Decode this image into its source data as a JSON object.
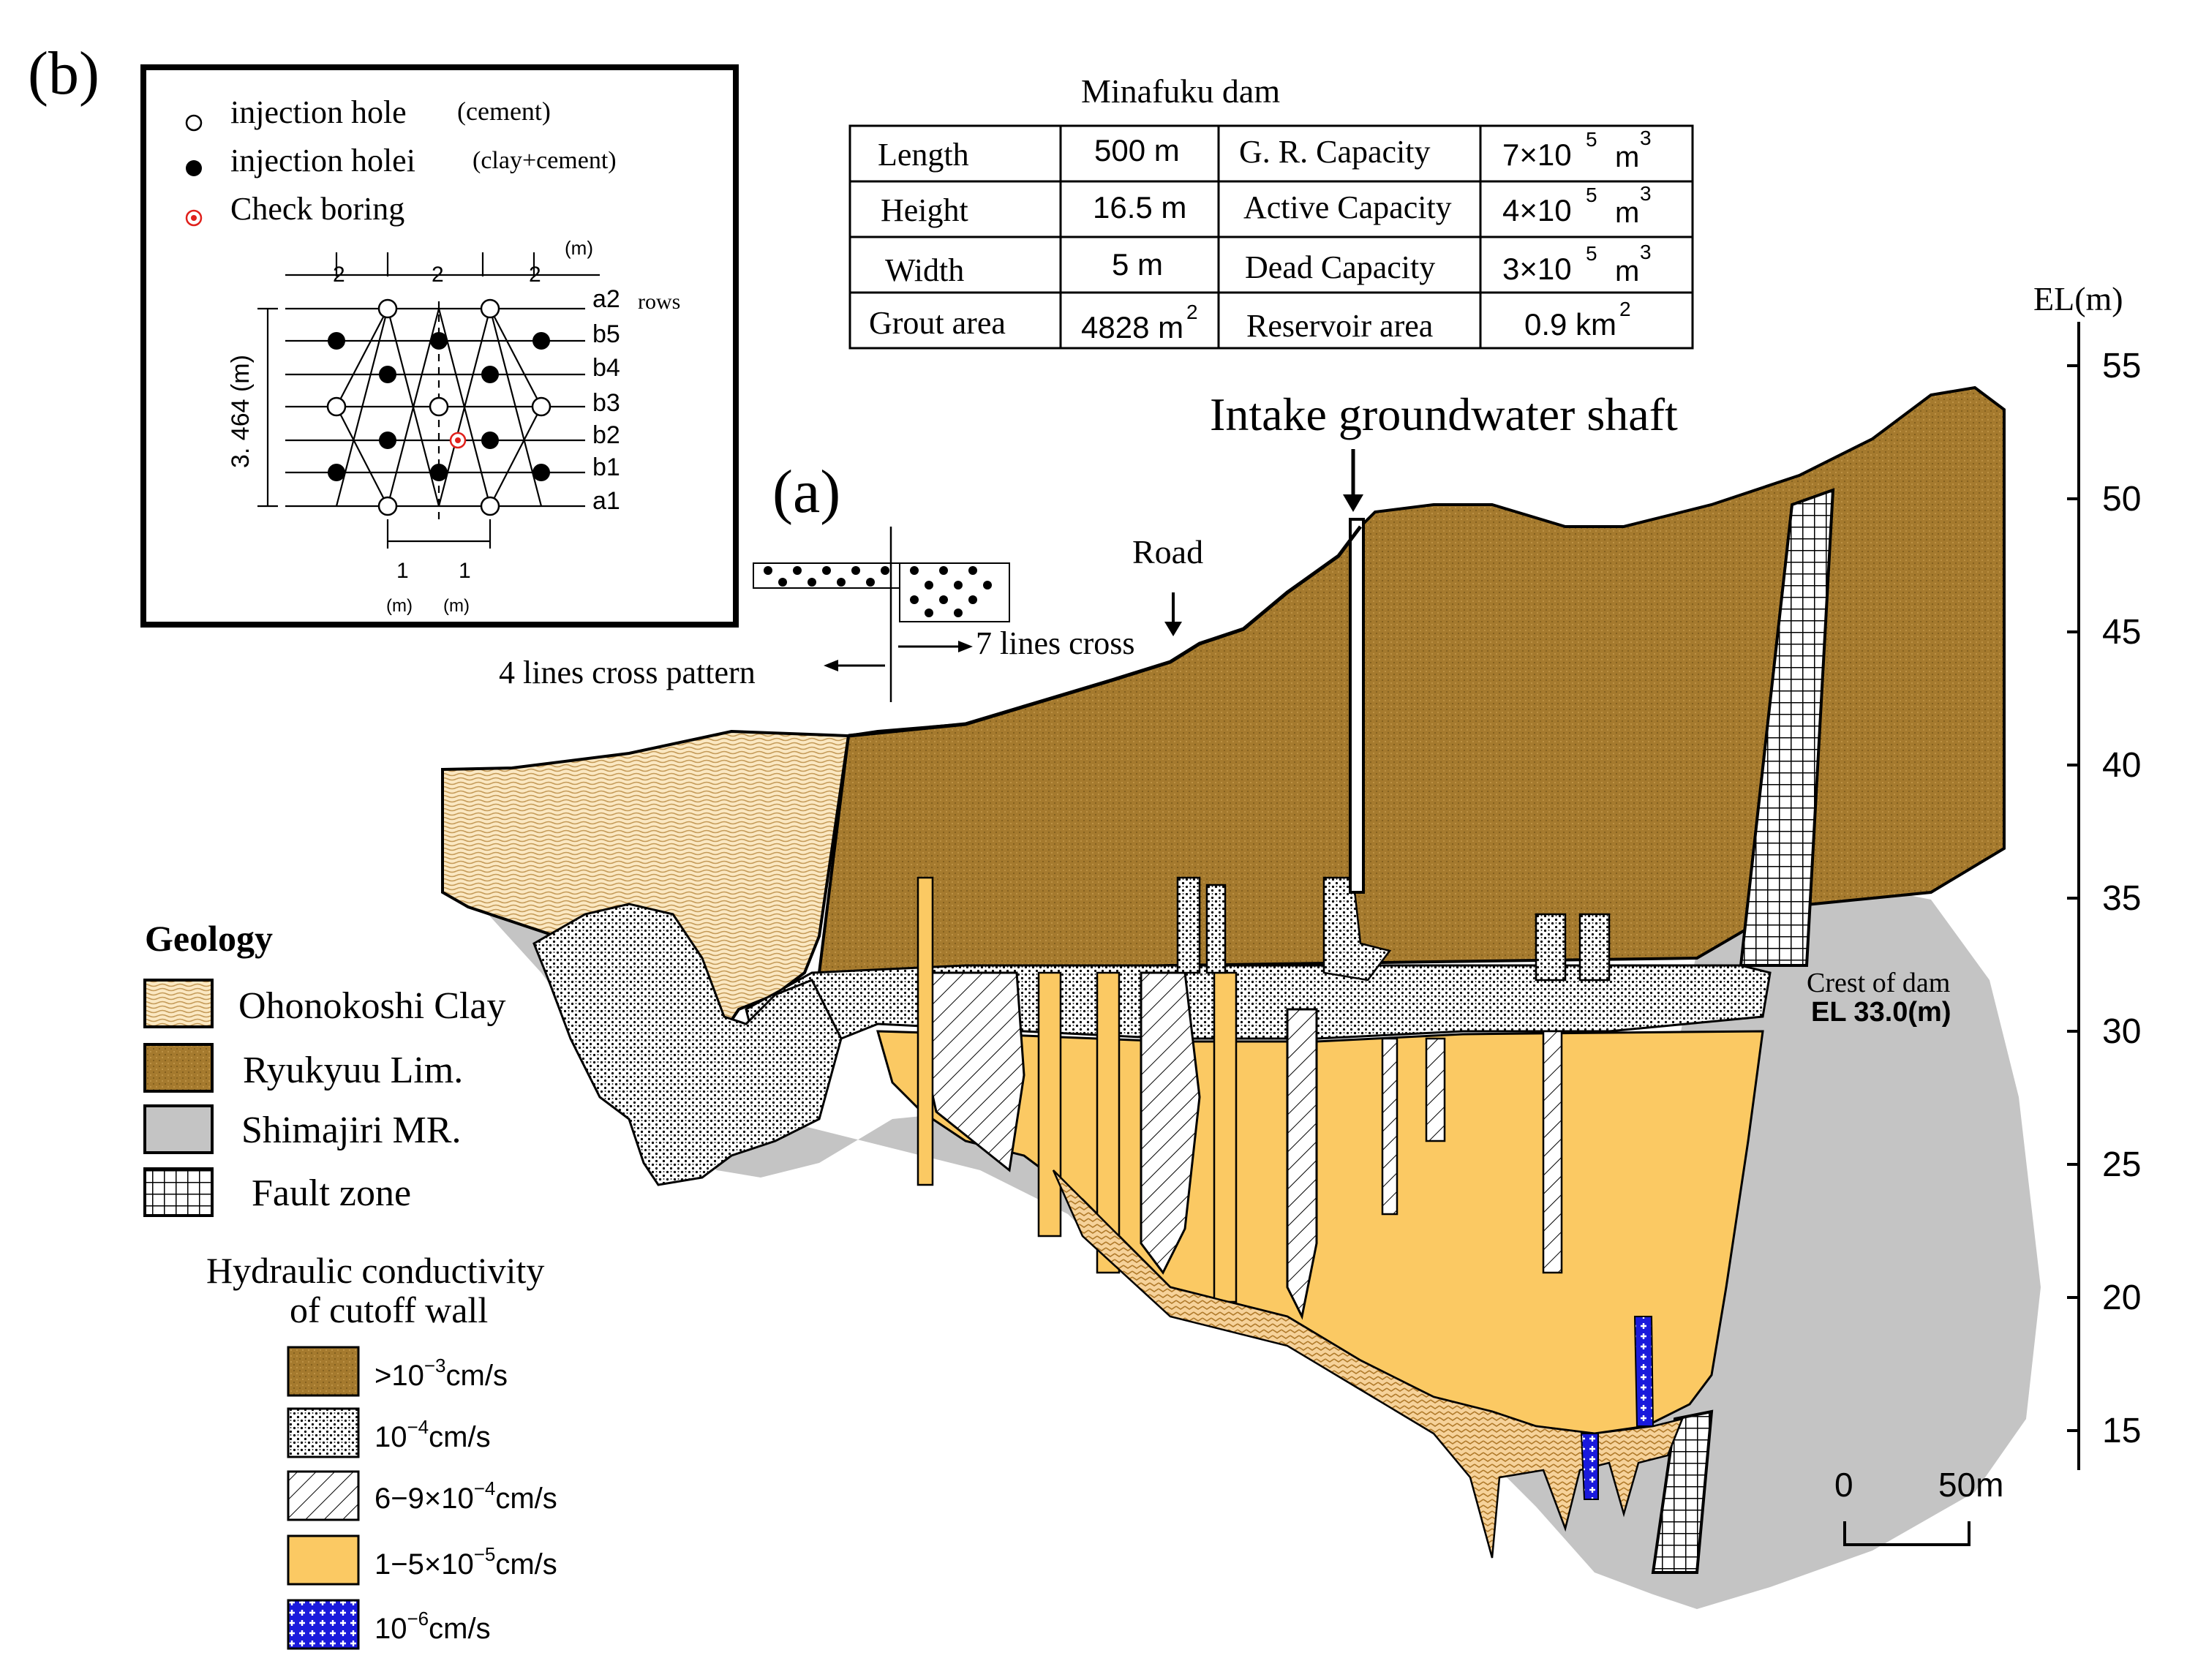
{
  "panel_b": {
    "label": "(b)",
    "legend": {
      "open_hole": "injection hole",
      "open_hole_note": "(cement)",
      "filled_hole": "injection holei",
      "filled_hole_note": "(clay+cement)",
      "check": "Check boring"
    },
    "unit_m": "(m)",
    "spacing": [
      "2",
      "2",
      "2"
    ],
    "rows_word": "rows",
    "rows": [
      "a2",
      "b5",
      "b4",
      "b3",
      "b2",
      "b1",
      "a1"
    ],
    "height_label": "3. 464 (m)",
    "bottom_spacing": [
      "1",
      "1"
    ],
    "bottom_units": [
      "(m)",
      "(m)"
    ]
  },
  "dam_table": {
    "title": "Minafuku dam",
    "rows": [
      [
        "Length",
        "500  m",
        "G. R. Capacity",
        "7×10",
        "5",
        "m",
        "3"
      ],
      [
        "Height",
        "16.5  m",
        "Active Capacity",
        "4×10",
        "5",
        "m",
        "3"
      ],
      [
        "Width",
        "5  m",
        "Dead Capacity",
        "3×10",
        "5",
        "m",
        "3"
      ],
      [
        "Grout area",
        "4828  m",
        "2",
        "Reservoir area",
        "0.9  km",
        "2"
      ]
    ]
  },
  "panel_a": {
    "label": "(a)",
    "shaft": "Intake groundwater shaft",
    "road": "Road",
    "cross7": "7 lines cross",
    "cross4": "4 lines cross pattern",
    "crest_line1": "Crest of dam",
    "crest_line2": "EL  33.0(m)"
  },
  "elevation_axis": {
    "title": "EL(m)",
    "ticks": [
      "55",
      "50",
      "45",
      "40",
      "35",
      "30",
      "25",
      "20",
      "15"
    ]
  },
  "scale_bar": {
    "start": "0",
    "end": "50m"
  },
  "geology_legend": {
    "title": "Geology",
    "items": [
      "Ohonokoshi Clay",
      "Ryukyuu Lim.",
      "Shimajiri MR.",
      "Fault zone"
    ]
  },
  "conductivity_legend": {
    "title_line1": "Hydraulic conductivity",
    "title_line2": "of cutoff wall",
    "items": [
      {
        "pre": ">10",
        "exp": "−3",
        "post": "cm/s"
      },
      {
        "pre": "10",
        "exp": "−4",
        "post": "cm/s"
      },
      {
        "pre": "6−9×10",
        "exp": "−4",
        "post": "cm/s"
      },
      {
        "pre": "1−5×10",
        "exp": "−5",
        "post": "cm/s"
      },
      {
        "pre": "10",
        "exp": "−6",
        "post": "cm/s"
      }
    ]
  },
  "colors": {
    "ryukyu": "#a57a2e",
    "clay": "#f2d9aa",
    "shimajiri": "#c4c4c4",
    "yellow": "#fbc963",
    "blue": "#1a1adc",
    "check_red": "#e0201b"
  }
}
